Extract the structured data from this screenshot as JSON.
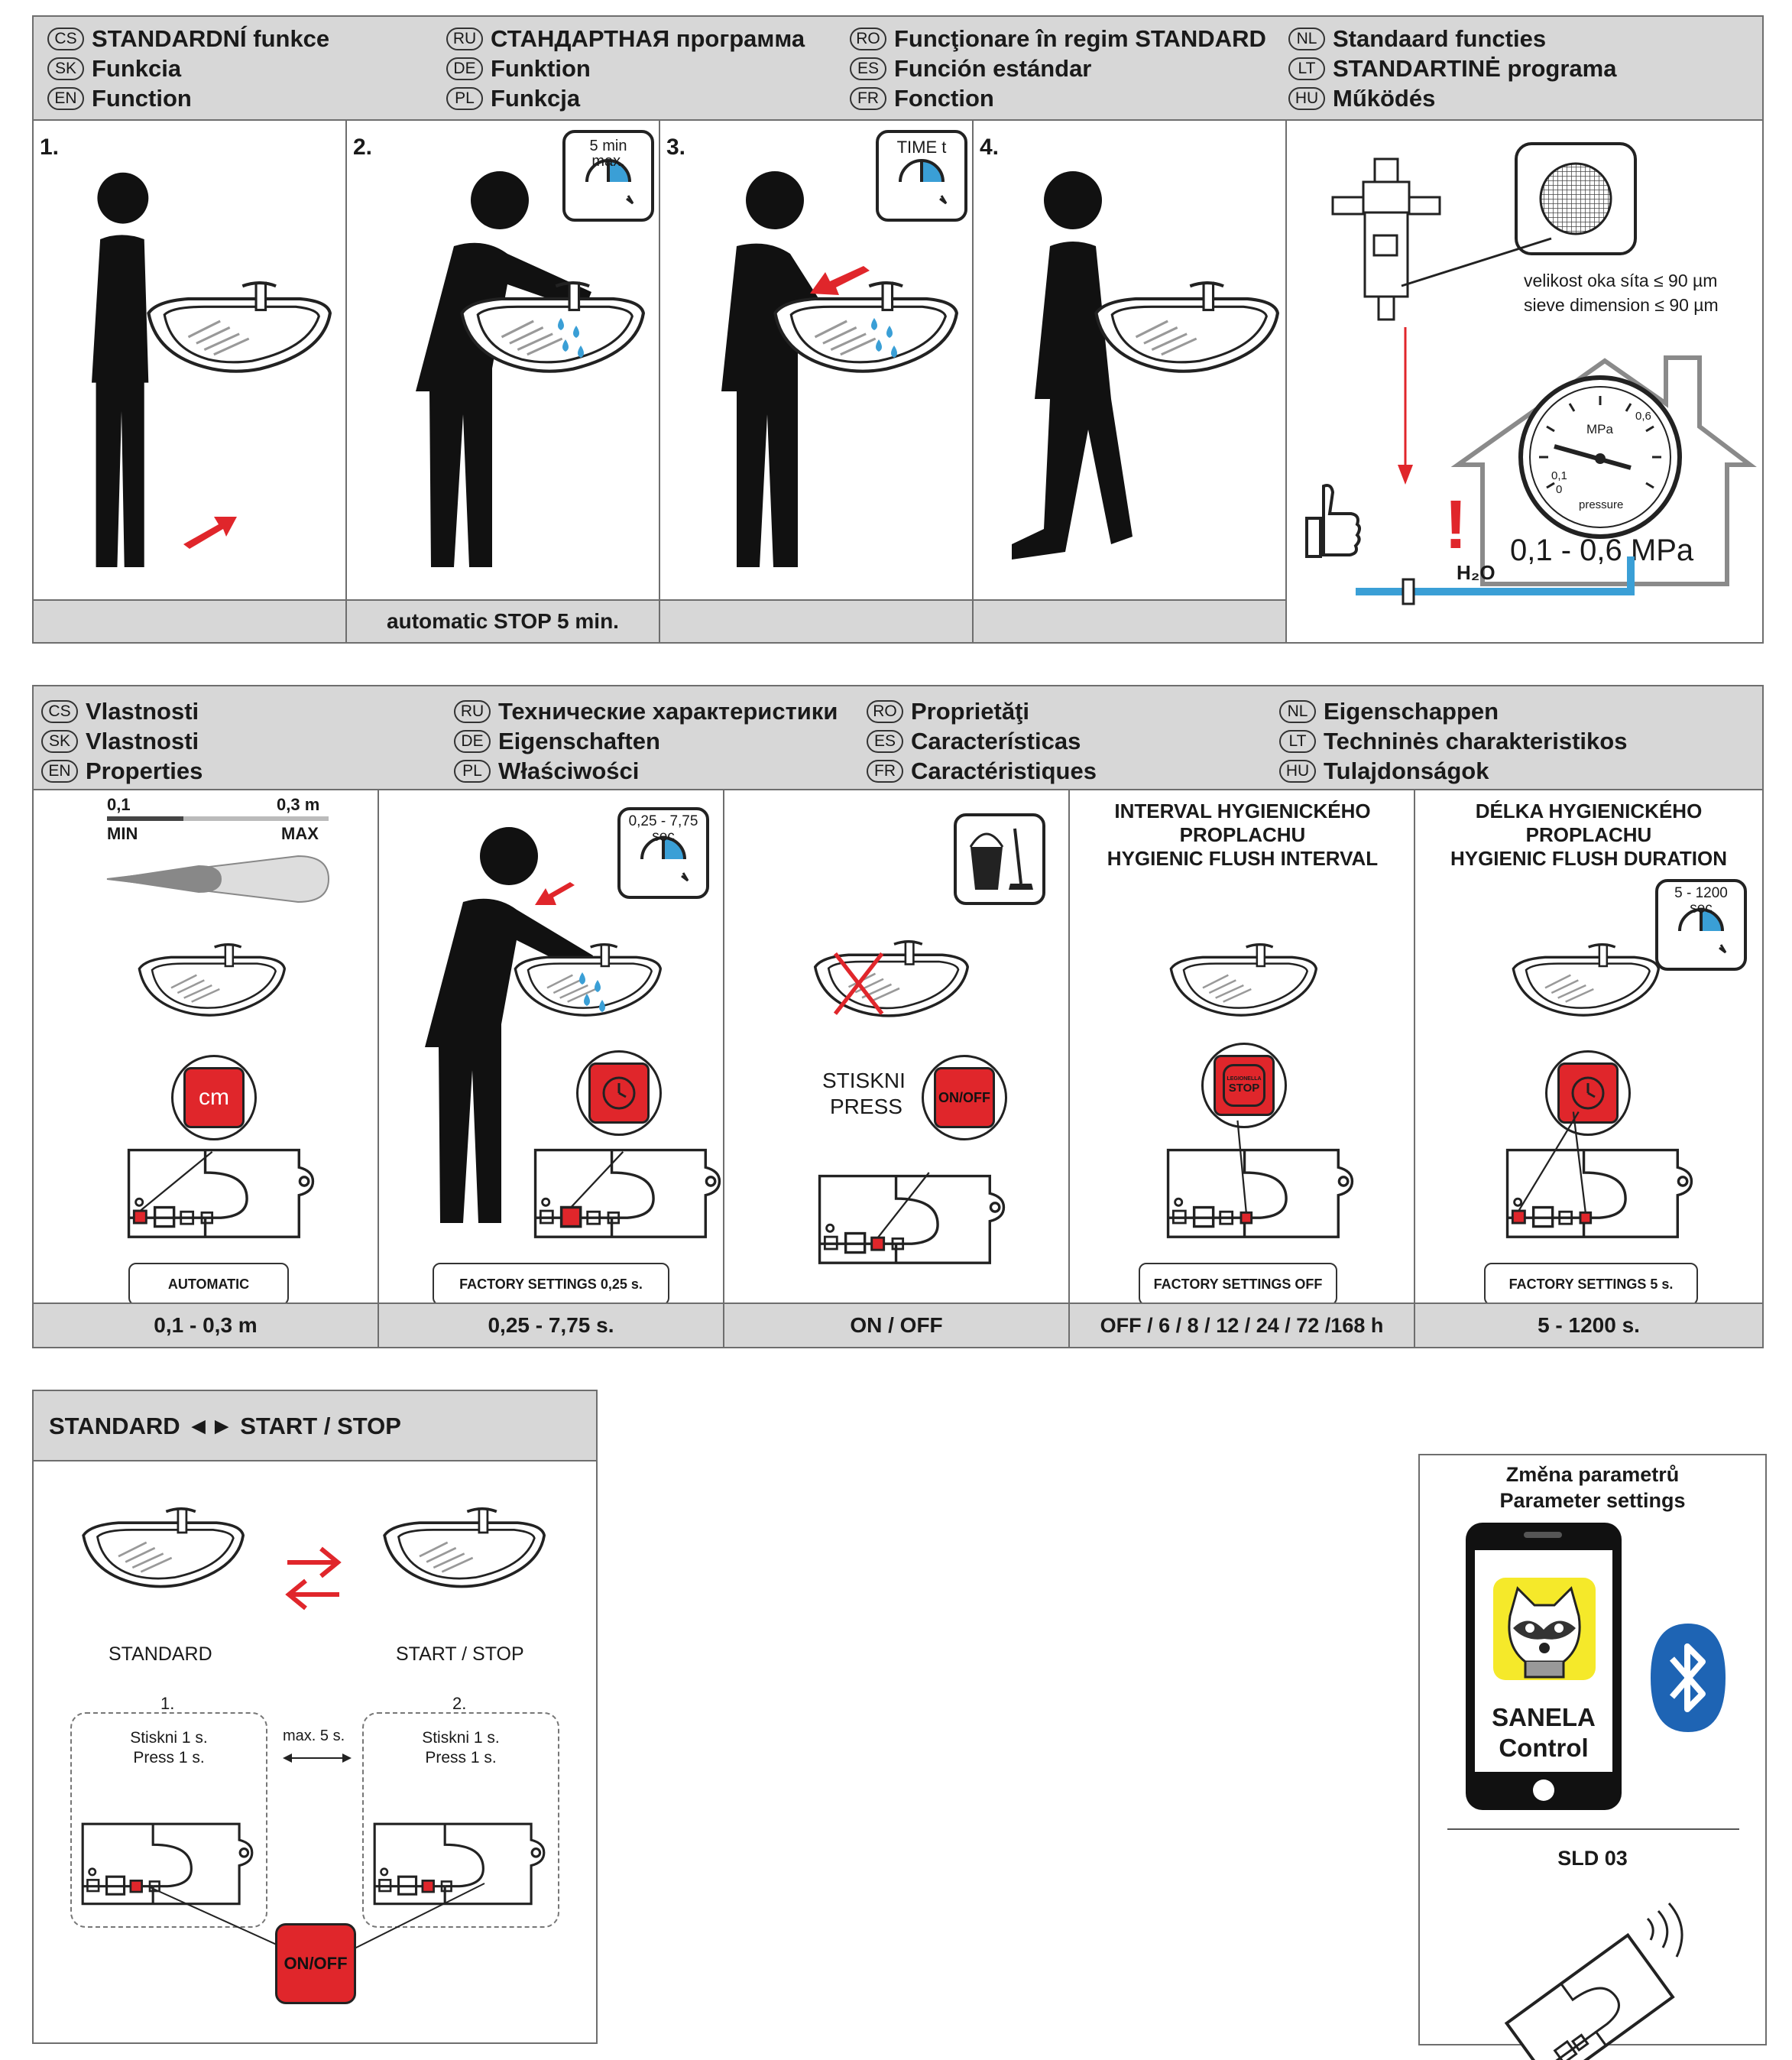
{
  "section1": {
    "languages": [
      [
        [
          "CS",
          "STANDARDNÍ funkce"
        ],
        [
          "SK",
          "Funkcia"
        ],
        [
          "EN",
          "Function"
        ]
      ],
      [
        [
          "RU",
          "СТАНДАРТНАЯ программа"
        ],
        [
          "DE",
          "Funktion"
        ],
        [
          "PL",
          "Funkcja"
        ]
      ],
      [
        [
          "RO",
          "Funcţionare în regim STANDARD"
        ],
        [
          "ES",
          "Función estándar"
        ],
        [
          "FR",
          "Fonction"
        ]
      ],
      [
        [
          "NL",
          "Standaard functies"
        ],
        [
          "LT",
          "STANDARTINĖ programa"
        ],
        [
          "HU",
          "Működés"
        ]
      ]
    ],
    "steps": [
      "1.",
      "2.",
      "3.",
      "4."
    ],
    "timer_step2": [
      "5 min",
      "max."
    ],
    "timer_step3": "TIME t",
    "footer_step2": "automatic STOP 5 min.",
    "sieve_cs": "velikost oka síta ≤ 90 µm",
    "sieve_en": "sieve dimension ≤ 90 µm",
    "gauge_unit": "MPa",
    "gauge_label": "pressure",
    "gauge_ticks": [
      "0",
      "0,1",
      "0,6"
    ],
    "pressure_range": "0,1 - 0,6 MPa",
    "h2o": "H₂O",
    "warning": "!"
  },
  "section2": {
    "languages": [
      [
        [
          "CS",
          "Vlastnosti"
        ],
        [
          "SK",
          "Vlastnosti"
        ],
        [
          "EN",
          "Properties"
        ]
      ],
      [
        [
          "RU",
          "Технические характеристики"
        ],
        [
          "DE",
          "Eigenschaften"
        ],
        [
          "PL",
          "Właściwości"
        ]
      ],
      [
        [
          "RO",
          "Proprietăţi"
        ],
        [
          "ES",
          "Características"
        ],
        [
          "FR",
          "Caractéristiques"
        ]
      ],
      [
        [
          "NL",
          "Eigenschappen"
        ],
        [
          "LT",
          "Techninės charakteristikos"
        ],
        [
          "HU",
          "Tulajdonságok"
        ]
      ]
    ],
    "range_min_val": "0,1",
    "range_max_val": "0,3 m",
    "range_min": "MIN",
    "range_max": "MAX",
    "cm_button": "cm",
    "timer_col2": [
      "0,25 - 7,75",
      "sec"
    ],
    "timer_col5": [
      "5 - 1200",
      "sec"
    ],
    "press_cs": "STISKNI",
    "press_en": "PRESS",
    "onoff_button": "ON/OFF",
    "stop_logo_top": "LEGIONELLA",
    "stop_logo": "STOP",
    "col4_title": [
      "INTERVAL HYGIENICKÉHO",
      "PROPLACHU",
      "HYGIENIC FLUSH INTERVAL"
    ],
    "col5_title": [
      "DÉLKA HYGIENICKÉHO",
      "PROPLACHU",
      "HYGIENIC FLUSH DURATION"
    ],
    "pills": [
      "AUTOMATIC",
      "FACTORY SETTINGS 0,25 s.",
      "",
      "FACTORY SETTINGS OFF",
      "FACTORY SETTINGS 5 s."
    ],
    "footers": [
      "0,1 - 0,3 m",
      "0,25 - 7,75 s.",
      "ON / OFF",
      "OFF / 6 / 8 / 12 / 24 / 72 /168 h",
      "5 - 1200 s."
    ]
  },
  "section3": {
    "title": "STANDARD ◄► START / STOP",
    "left_label": "STANDARD",
    "right_label": "START / STOP",
    "step1": "1.",
    "step2": "2.",
    "press_cs": "Stiskni 1 s.",
    "press_en": "Press 1 s.",
    "max_time": "max. 5 s.",
    "onoff_button": "ON/OFF"
  },
  "section4": {
    "title_cs": "Změna parametrů",
    "title_en": "Parameter settings",
    "app_name_1": "SANELA",
    "app_name_2": "Control",
    "model": "SLD 03"
  },
  "colors": {
    "header_gray": "#d7d7d7",
    "accent_red": "#e0262b",
    "water_blue": "#3a9fd6",
    "border": "#6e6e6e"
  }
}
